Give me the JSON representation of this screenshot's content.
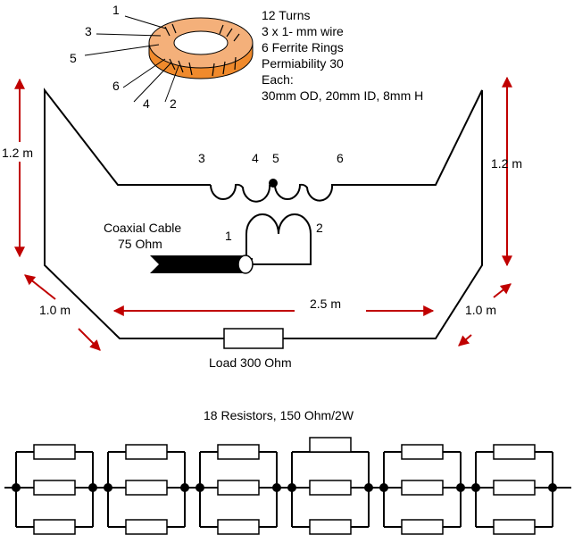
{
  "toroid": {
    "spec_lines": [
      "12 Turns",
      "3 x 1- mm wire",
      "6 Ferrite Rings",
      "Permiability 30",
      "Each:",
      "30mm OD, 20mm ID, 8mm H"
    ],
    "pin_labels": [
      "1",
      "3",
      "5",
      "6",
      "4",
      "2"
    ],
    "ring_colors": {
      "top": "#f4b07a",
      "side": "#f08a2c",
      "outline": "#000000"
    }
  },
  "antenna": {
    "tap_labels": {
      "t3": "3",
      "t4": "4",
      "t5": "5",
      "t6": "6",
      "t1": "1",
      "t2": "2"
    },
    "coax_label_line1": "Coaxial Cable",
    "coax_label_line2": "75 Ohm",
    "load_label": "Load 300 Ohm",
    "dim_left_height": "1.2 m",
    "dim_right_height": "1.2 m",
    "dim_left_slant": "1.0 m",
    "dim_right_slant": "1.0 m",
    "dim_bottom_width": "2.5 m",
    "arrow_color": "#c00000"
  },
  "resistor_bank": {
    "title": "18 Resistors, 150 Ohm/2W",
    "group_count": 6,
    "resistors_per_group": 3
  }
}
